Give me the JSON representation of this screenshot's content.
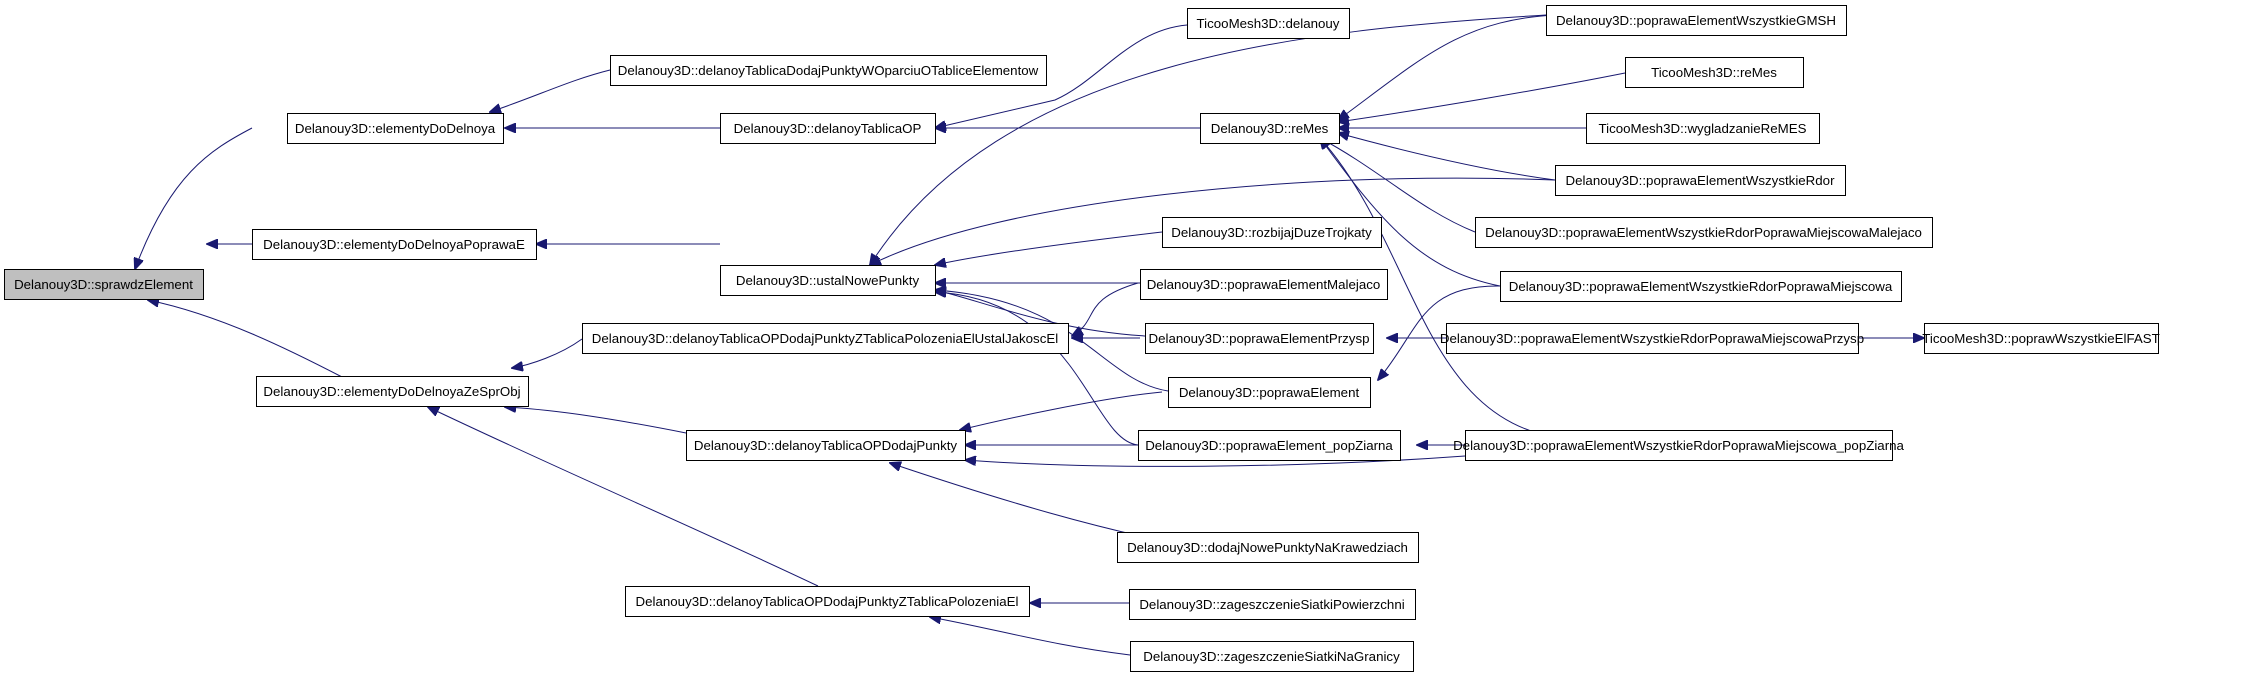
{
  "graph": {
    "nodes": [
      {
        "id": "n01",
        "label": "Delanouy3D::sprawdzElement",
        "root": true
      },
      {
        "id": "n02",
        "label": "Delanouy3D::elementyDoDelnoya"
      },
      {
        "id": "n03",
        "label": "Delanouy3D::elementyDoDelnoyaPoprawaE"
      },
      {
        "id": "n04",
        "label": "Delanouy3D::elementyDoDelnoyaZeSprObj"
      },
      {
        "id": "n05",
        "label": "Delanouy3D::delanoyTablicaDodajPunktyWOparciuOTabliceElementow"
      },
      {
        "id": "n06",
        "label": "Delanouy3D::delanoyTablicaOP"
      },
      {
        "id": "n07",
        "label": "Delanouy3D::ustalNowePunkty"
      },
      {
        "id": "n08",
        "label": "Delanouy3D::delanoyTablicaOPDodajPunktyZTablicaPolozeniaElUstalJakoscEl"
      },
      {
        "id": "n09",
        "label": "Delanouy3D::delanoyTablicaOPDodajPunkty"
      },
      {
        "id": "n10",
        "label": "Delanouy3D::delanoyTablicaOPDodajPunktyZTablicaPolozeniaEl"
      },
      {
        "id": "n11",
        "label": "TicooMesh3D::delanouy"
      },
      {
        "id": "n12",
        "label": "Delanouy3D::reMes"
      },
      {
        "id": "n13",
        "label": "Delanouy3D::rozbijajDuzeTrojkaty"
      },
      {
        "id": "n14",
        "label": "Delanouy3D::poprawaElementMalejaco"
      },
      {
        "id": "n15",
        "label": "Delanouy3D::poprawaElementPrzysp"
      },
      {
        "id": "n16",
        "label": "Delanouy3D::poprawaElement"
      },
      {
        "id": "n17",
        "label": "Delanouy3D::poprawaElement_popZiarna"
      },
      {
        "id": "n18",
        "label": "Delanouy3D::dodajNowePunktyNaKrawedziach"
      },
      {
        "id": "n19",
        "label": "Delanouy3D::zageszczenieSiatkiPowierzchni"
      },
      {
        "id": "n20",
        "label": "Delanouy3D::zageszczenieSiatkiNaGranicy"
      },
      {
        "id": "n21",
        "label": "Delanouy3D::poprawaElementWszystkieGMSH"
      },
      {
        "id": "n22",
        "label": "TicooMesh3D::reMes"
      },
      {
        "id": "n23",
        "label": "TicooMesh3D::wygladzanieReMES"
      },
      {
        "id": "n24",
        "label": "Delanouy3D::poprawaElementWszystkieRdor"
      },
      {
        "id": "n25",
        "label": "Delanouy3D::poprawaElementWszystkieRdorPoprawaMiejscowaMalejaco"
      },
      {
        "id": "n26",
        "label": "Delanouy3D::poprawaElementWszystkieRdorPoprawaMiejscowa"
      },
      {
        "id": "n27",
        "label": "Delanouy3D::poprawaElementWszystkieRdorPoprawaMiejscowaPrzysp"
      },
      {
        "id": "n28",
        "label": "Delanouy3D::poprawaElementWszystkieRdorPoprawaMiejscowa_popZiarna"
      },
      {
        "id": "n29",
        "label": "TicooMesh3D::poprawWszystkieElFAST"
      }
    ]
  }
}
